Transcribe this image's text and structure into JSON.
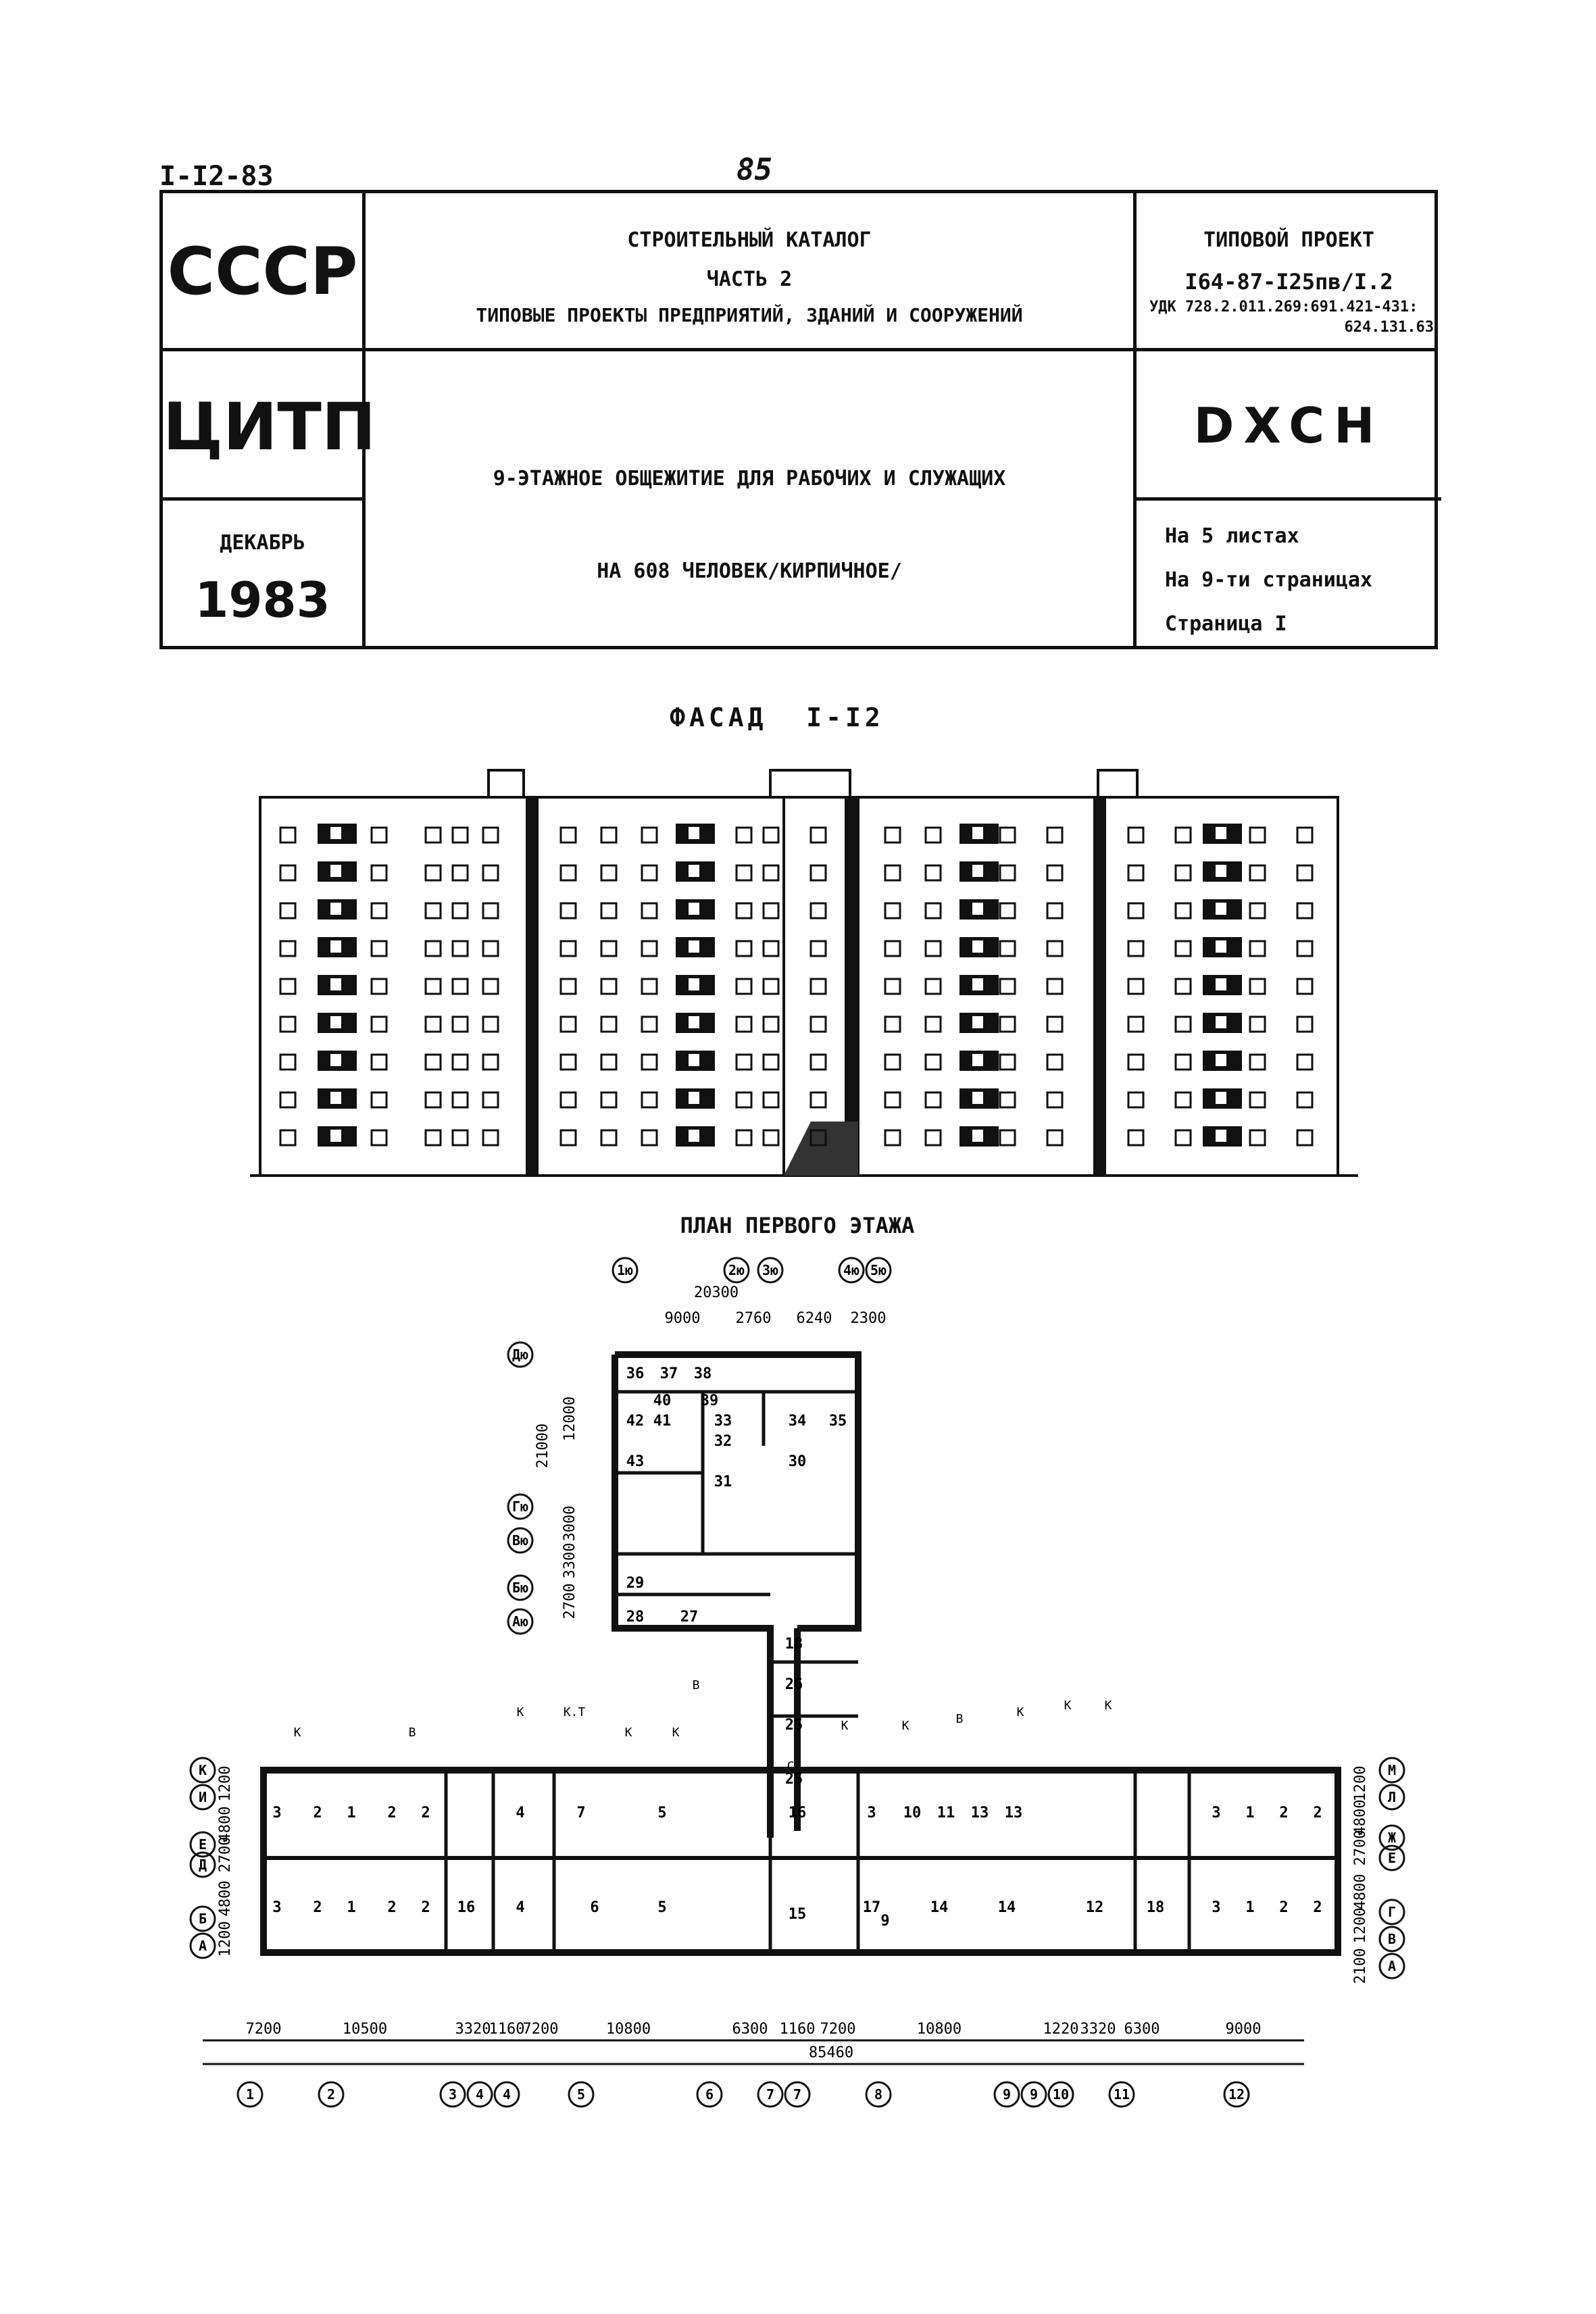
{
  "header": {
    "doc_code": "I-I2-83",
    "page_mark": "85"
  },
  "title_block": {
    "org1": "СССР",
    "org2": "ЦИТП",
    "month": "ДЕКАБРЬ",
    "year": "1983",
    "catalog_title": "СТРОИТЕЛЬНЫЙ КАТАЛОГ",
    "catalog_part": "ЧАСТЬ 2",
    "catalog_subtitle": "ТИПОВЫЕ ПРОЕКТЫ ПРЕДПРИЯТИЙ, ЗДАНИЙ И СООРУЖЕНИЙ",
    "project_label": "ТИПОВОЙ ПРОЕКТ",
    "project_number": "I64-87-I25пв/I.2",
    "udk_line1": "УДК 728.2.011.269:691.421-431:",
    "udk_line2": "624.131.63",
    "code": "DXCH",
    "name_line1": "9-ЭТАЖНОЕ ОБЩЕЖИТИЕ ДЛЯ РАБОЧИХ И СЛУЖАЩИХ",
    "name_line2": "НА 608 ЧЕЛОВЕК/КИРПИЧНОЕ/",
    "sheets": "На 5 листах",
    "pages": "На 9-ти страницах",
    "page": "Страница I"
  },
  "facade": {
    "title": "ФАСАД  I-I2"
  },
  "plan": {
    "title": "ПЛАН ПЕРВОГО ЭТАЖА",
    "top_axes": [
      "1ю",
      "2ю",
      "3ю",
      "4ю",
      "5ю"
    ],
    "top_dims_total": "20300",
    "top_dims": [
      "9000",
      "2760",
      "6240",
      "2300"
    ],
    "left_axes_upper": [
      "Дю",
      "Гю",
      "Вю",
      "Бю",
      "Аю"
    ],
    "left_dims_upper": [
      "21000",
      "12000",
      "3000",
      "3300",
      "2700"
    ],
    "left_axes_lower": [
      "К",
      "И",
      "Е",
      "Д",
      "Б",
      "А"
    ],
    "left_dims_lower": [
      "1200",
      "4800",
      "2700",
      "4800",
      "1200"
    ],
    "right_axes": [
      "М",
      "Л",
      "Ж",
      "Е",
      "Г",
      "В",
      "А"
    ],
    "right_dims": [
      "1200",
      "4800",
      "2700",
      "4800",
      "1200",
      "2100"
    ],
    "bottom_dims": [
      "7200",
      "10500",
      "3320",
      "1160",
      "7200",
      "10800",
      "6300",
      "1160",
      "7200",
      "10800",
      "1220",
      "3320",
      "6300",
      "9000"
    ],
    "bottom_total": "85460",
    "bottom_axes": [
      "1",
      "2",
      "3",
      "4",
      "4",
      "5",
      "6",
      "7",
      "7",
      "8",
      "9",
      "9",
      "10",
      "11",
      "12"
    ],
    "rooms": [
      "36",
      "37",
      "38",
      "39",
      "40",
      "41",
      "42",
      "43",
      "33",
      "32",
      "31",
      "30",
      "34",
      "35",
      "29",
      "28",
      "27",
      "18",
      "26",
      "25",
      "25",
      "16",
      "15",
      "3",
      "2",
      "1",
      "2",
      "2",
      "3",
      "2",
      "1",
      "2",
      "2",
      "16",
      "4",
      "7",
      "5",
      "4",
      "6",
      "5",
      "3",
      "10",
      "11",
      "13",
      "13",
      "17",
      "9",
      "14",
      "14",
      "12",
      "18",
      "3",
      "1",
      "2",
      "2",
      "3",
      "1",
      "2",
      "2"
    ],
    "markers": [
      "К",
      "В",
      "К",
      "К.Т",
      "К",
      "К",
      "В",
      "С",
      "К",
      "К",
      "В",
      "К",
      "К",
      "К"
    ]
  }
}
